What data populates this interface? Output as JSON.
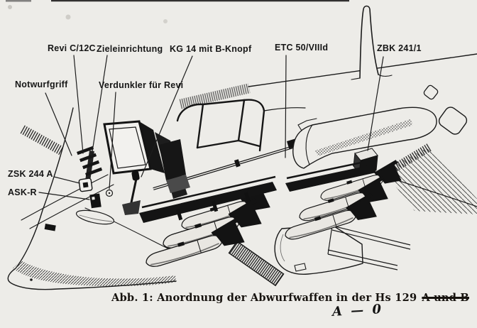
{
  "figure": {
    "labels": [
      {
        "id": "notwurfgriff",
        "text": "Notwurfgriff"
      },
      {
        "id": "revi-c12c",
        "text": "Revi C/12C"
      },
      {
        "id": "zieleinrichtung",
        "text": "Zieleinrichtung"
      },
      {
        "id": "verdunkler-fuer-revi",
        "text": "Verdunkler für Revi"
      },
      {
        "id": "kg14-mit-b-knopf",
        "text": "KG 14 mit B-Knopf"
      },
      {
        "id": "etc-50-viiid",
        "text": "ETC 50/VIIId"
      },
      {
        "id": "zbk-241-1",
        "text": "ZBK 241/1"
      },
      {
        "id": "zsk-244a",
        "text": "ZSK 244 A"
      },
      {
        "id": "ask-r",
        "text": "ASK-R"
      }
    ],
    "caption": {
      "text": "Abb. 1: Anordnung der Abwurfwaffen in der Hs 129",
      "struck_text": "A und B",
      "handwritten_correction": "A — 0"
    },
    "colors": {
      "paper": "#edece8",
      "ink": "#161616"
    }
  }
}
